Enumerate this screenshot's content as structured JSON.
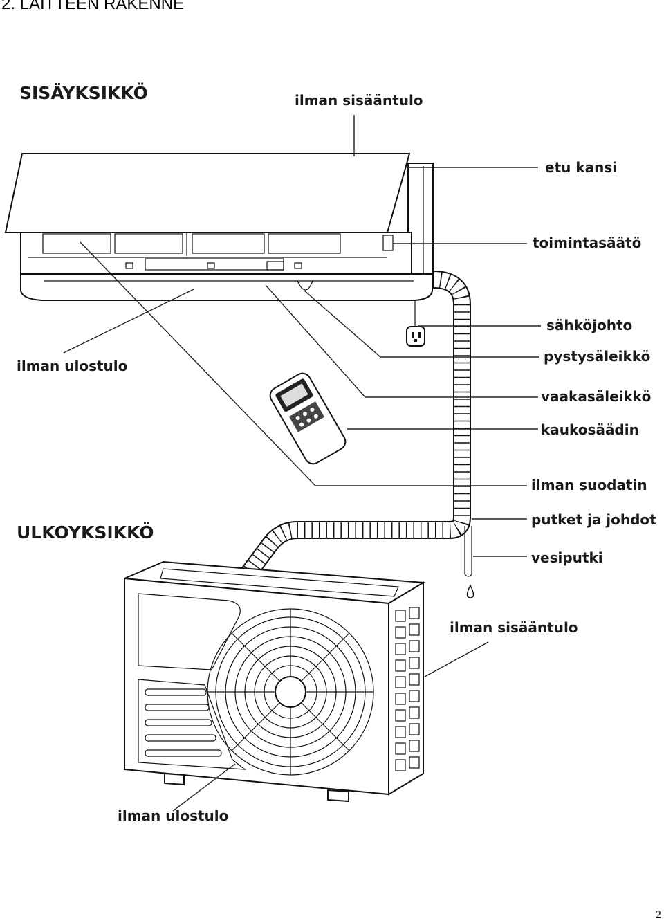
{
  "page": {
    "heading": "2. LAITTEEN RAKENNE",
    "page_number": "2"
  },
  "indoor": {
    "title": "SISÄYKSIKKÖ",
    "labels": {
      "air_in": "ilman sisääntulo",
      "front_cover": "etu kansi",
      "control": "toimintasäätö",
      "power_cord": "sähköjohto",
      "air_out": "ilman ulostulo",
      "vertical_louver": "pystysäleikkö",
      "horizontal_louver": "vaakasäleikkö",
      "remote": "kaukosäädin",
      "filter": "ilman suodatin",
      "pipes": "putket ja johdot",
      "drain": "vesiputki"
    }
  },
  "outdoor": {
    "title": "ULKOYKSIKKÖ",
    "labels": {
      "air_in": "ilman sisääntulo",
      "air_out": "ilman ulostulo"
    }
  }
}
